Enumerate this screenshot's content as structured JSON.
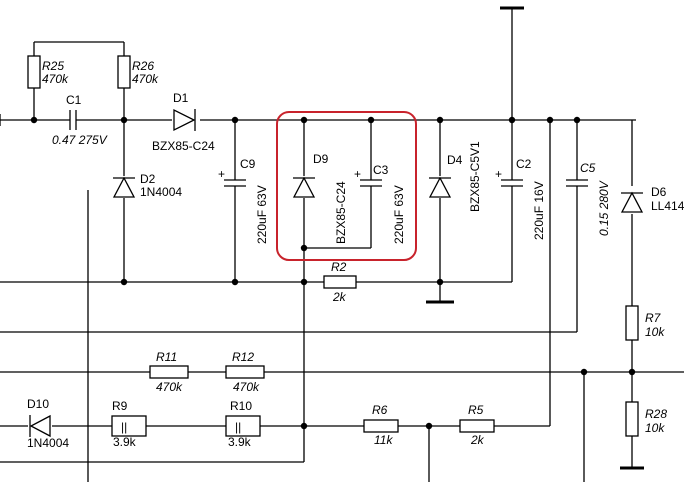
{
  "components": {
    "R25": {
      "ref": "R25",
      "value": "470k"
    },
    "R26": {
      "ref": "R26",
      "value": "470k"
    },
    "C1": {
      "ref": "C1",
      "value": "0.47 275V"
    },
    "D1": {
      "ref": "D1",
      "value": "BZX85-C24"
    },
    "D2": {
      "ref": "D2",
      "value": "1N4004"
    },
    "C9": {
      "ref": "C9",
      "value": "220uF 63V"
    },
    "D9": {
      "ref": "D9",
      "value": "BZX85-C24"
    },
    "C3": {
      "ref": "C3",
      "value": "220uF 63V"
    },
    "D4": {
      "ref": "D4",
      "value": "BZX85-C5V1"
    },
    "C2": {
      "ref": "C2",
      "value": "220uF 16V"
    },
    "C5": {
      "ref": "C5",
      "value": "0.15 280V"
    },
    "D6": {
      "ref": "D6",
      "value": "LL414"
    },
    "R2": {
      "ref": "R2",
      "value": "2k"
    },
    "R7": {
      "ref": "R7",
      "value": "10k"
    },
    "R28": {
      "ref": "R28",
      "value": "10k"
    },
    "R11": {
      "ref": "R11",
      "value": "470k"
    },
    "R12": {
      "ref": "R12",
      "value": "470k"
    },
    "D10": {
      "ref": "D10",
      "value": "1N4004"
    },
    "R9": {
      "ref": "R9",
      "value": "3.9k"
    },
    "R10": {
      "ref": "R10",
      "value": "3.9k"
    },
    "R6": {
      "ref": "R6",
      "value": "11k"
    },
    "R5": {
      "ref": "R5",
      "value": "2k"
    }
  },
  "symbols": {
    "plus": "+",
    "cap_mark": "||"
  },
  "colors": {
    "wire": "#000000",
    "highlight": "#c8232c",
    "background": "#ffffff"
  }
}
